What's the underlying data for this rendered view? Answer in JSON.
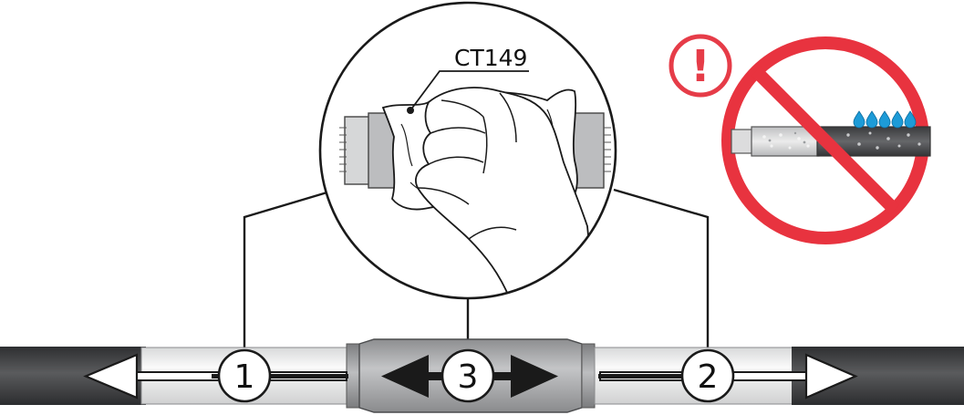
{
  "callout": {
    "product_code": "CT149"
  },
  "steps": [
    {
      "number": "1"
    },
    {
      "number": "3"
    },
    {
      "number": "2"
    }
  ],
  "warning": {
    "badge_symbol": "!",
    "badge_color": "#e63c48",
    "prohibition_color": "#e8333f",
    "icon": "no-water-prohibition-icon"
  },
  "colors": {
    "pipe_dark": "#4b4c4e",
    "pipe_light": "#f0f0f0",
    "joint_gray": "#b4b5b7",
    "water_drop": "#1d9bd7",
    "outline": "#1a1a1a"
  }
}
